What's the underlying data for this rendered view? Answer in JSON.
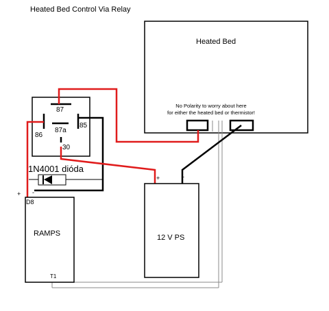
{
  "title": "Heated Bed Control Via Relay",
  "heated_bed": {
    "label": "Heated Bed",
    "note_line1": "No Polarity to worry about here",
    "note_line2": "for either the heated bed or thermistor!"
  },
  "relay": {
    "pin_87": "87",
    "pin_86": "86",
    "pin_87a": "87a",
    "pin_85": "85",
    "pin_30": "30"
  },
  "diode": {
    "label": "1N4001 dióda"
  },
  "ramps": {
    "label": "RAMPS",
    "pin_d8": "D8",
    "pin_t1": "T1",
    "plus": "+",
    "minus": "-"
  },
  "power_supply": {
    "label": "12 V PS",
    "plus": "+",
    "minus": "-"
  },
  "colors": {
    "red_wire": "#e01b1b",
    "black_wire": "#000000",
    "grey_wire": "#8a8a8a"
  }
}
